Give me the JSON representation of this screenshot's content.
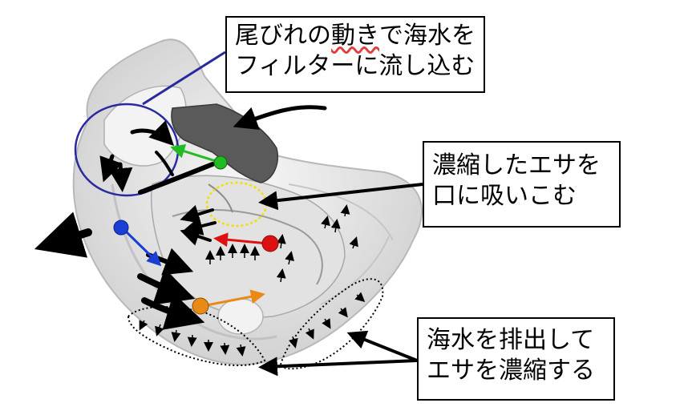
{
  "annotations": {
    "top": {
      "line1_a": "尾びれの",
      "line1_b": "動き",
      "line1_c": "で海水を",
      "line2": "フィルターに流し込む"
    },
    "middle": {
      "line1": "濃縮したエサを",
      "line2": "口に吸いこむ"
    },
    "bottom": {
      "line1": "海水を排出して",
      "line2": "エサを濃縮する"
    }
  },
  "colors": {
    "model": "#ececec",
    "model_edge": "#b8b8b8",
    "dark_part": "#5a5a5a",
    "green_marker": "#22bb22",
    "red_marker": "#dd1111",
    "blue_marker": "#1a3fd6",
    "orange_marker": "#e88a14",
    "circle_outline": "#2a2aa0",
    "yellow_dotted": "#f0e000",
    "arrow": "#000000"
  }
}
